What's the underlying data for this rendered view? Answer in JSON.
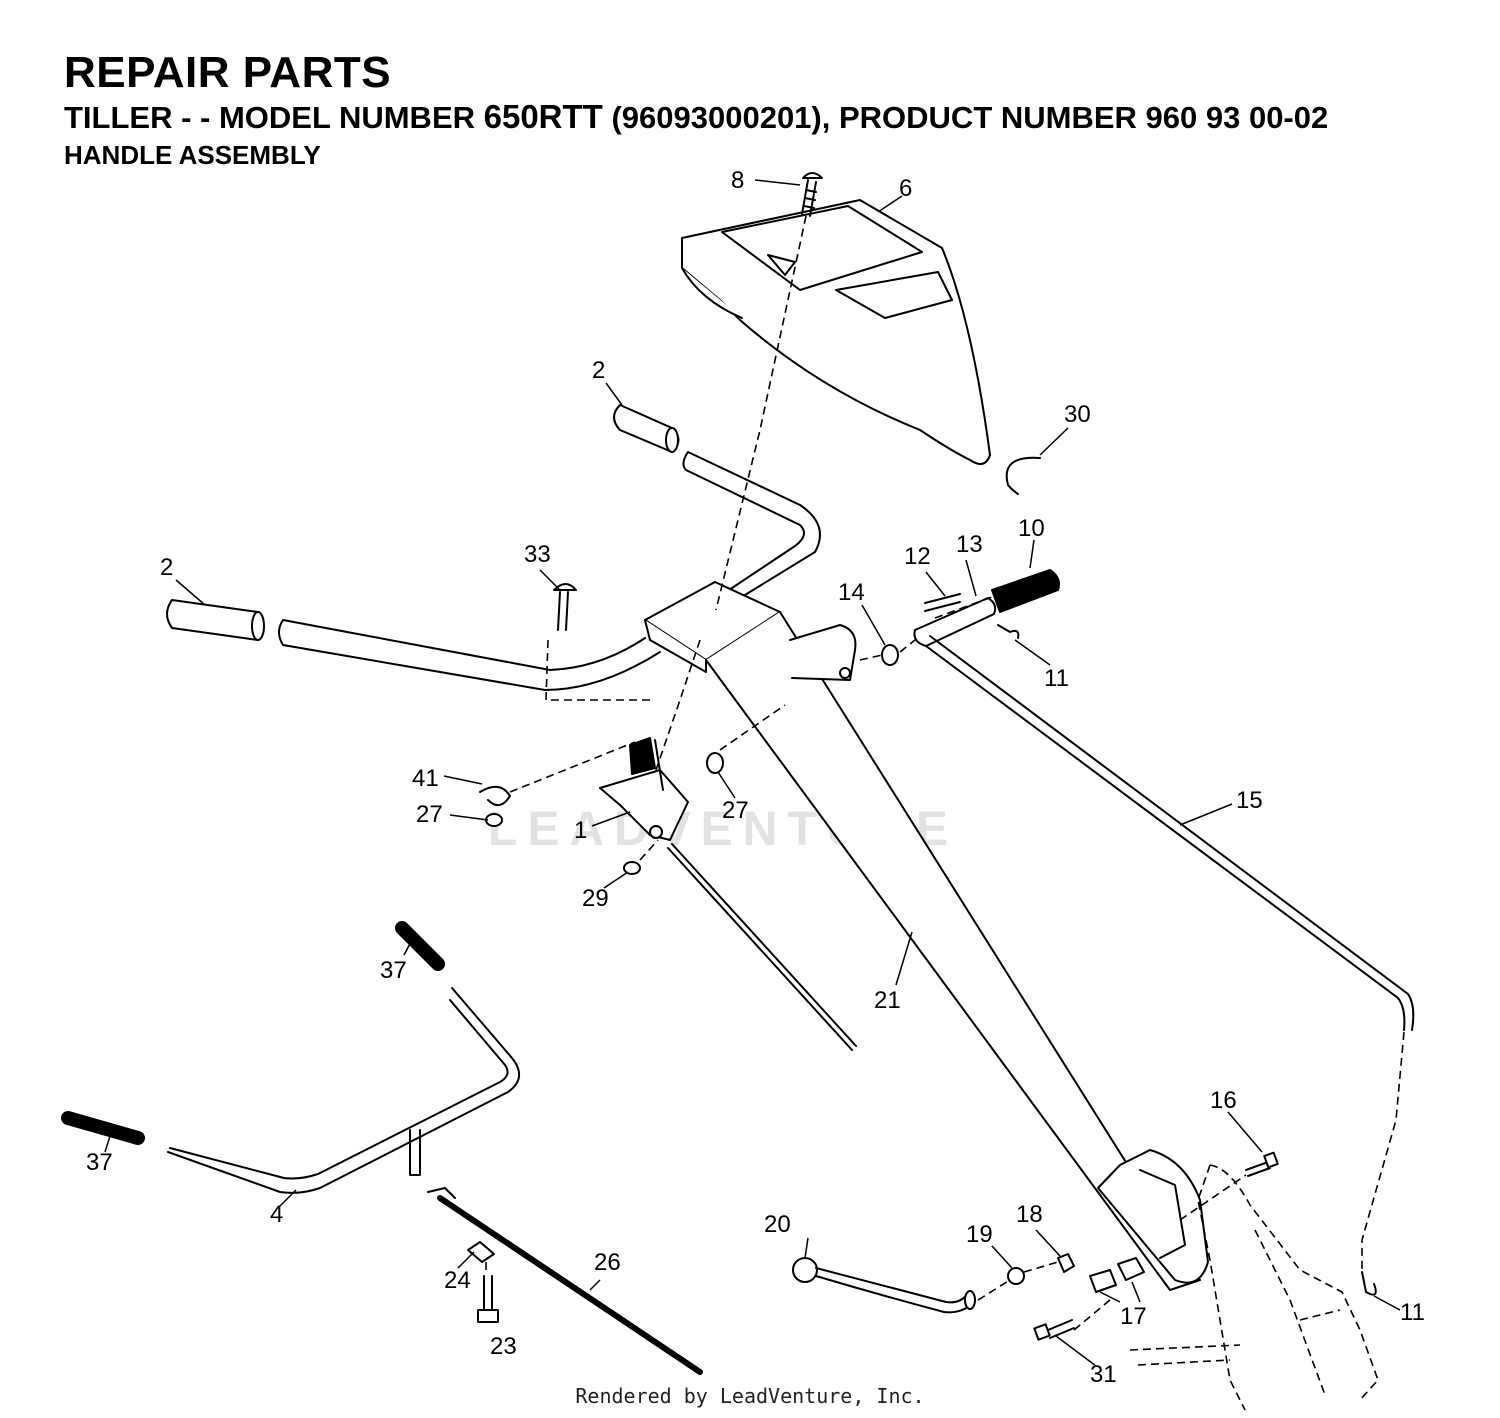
{
  "header": {
    "title": "REPAIR PARTS",
    "subtitle_prefix": "TILLER - - MODEL NUMBER ",
    "model": "650RTT",
    "subtitle_suffix": " (96093000201), PRODUCT NUMBER 960 93 00-02",
    "section": "HANDLE ASSEMBLY"
  },
  "watermark": "LEADVENTURE",
  "footer": "Rendered by LeadVenture, Inc.",
  "callouts": {
    "c1": "1",
    "c2a": "2",
    "c2b": "2",
    "c4": "4",
    "c6": "6",
    "c8": "8",
    "c10": "10",
    "c11a": "11",
    "c11b": "11",
    "c12": "12",
    "c13": "13",
    "c14": "14",
    "c15": "15",
    "c16": "16",
    "c17": "17",
    "c18": "18",
    "c19": "19",
    "c20": "20",
    "c21": "21",
    "c23": "23",
    "c24": "24",
    "c26": "26",
    "c27a": "27",
    "c27b": "27",
    "c29": "29",
    "c30": "30",
    "c31": "31",
    "c33": "33",
    "c37a": "37",
    "c37b": "37",
    "c41": "41"
  }
}
